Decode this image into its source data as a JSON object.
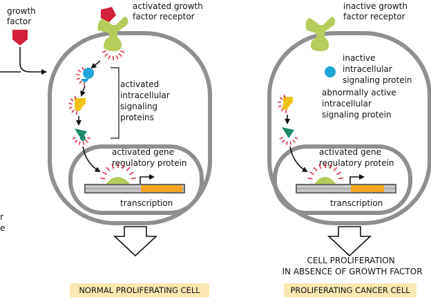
{
  "colors": {
    "membrane": "#8f8f8f",
    "receptor": "#b5cc5a",
    "factor": "#d21f3c",
    "blue_protein": "#1da5d8",
    "yellow_protein": "#f2c21a",
    "green_protein": "#1b8a6b",
    "burst": "#e0203a",
    "gene_protein": "#b5cc5a",
    "gene_highlight": "#f5a623",
    "caption_bg": "#fbe8b0"
  },
  "left_panel": {
    "growth_factor": [
      "growth",
      "factor"
    ],
    "receptor_label": [
      "activated growth",
      "factor receptor"
    ],
    "signaling_label": [
      "activated",
      "intracellular",
      "signaling",
      "proteins"
    ],
    "gene_label": [
      "activated gene",
      "regulatory protein"
    ],
    "transcription": "transcription",
    "caption": "NORMAL PROLIFERATING CELL"
  },
  "right_panel": {
    "receptor_label": [
      "inactive growth",
      "factor receptor"
    ],
    "inactive_label": [
      "inactive",
      "intracellular",
      "signaling protein"
    ],
    "abnormal_label": [
      "abnormally active",
      "intracellular",
      "signaling protein"
    ],
    "gene_label": [
      "activated gene",
      "regulatory protein"
    ],
    "transcription": "transcription",
    "result": [
      "CELL PROLIFERATION",
      "IN ABSENCE OF GROWTH FACTOR"
    ],
    "caption": "PROLIFERATING CANCER CELL"
  },
  "edge_fragments": [
    "r",
    "e"
  ]
}
